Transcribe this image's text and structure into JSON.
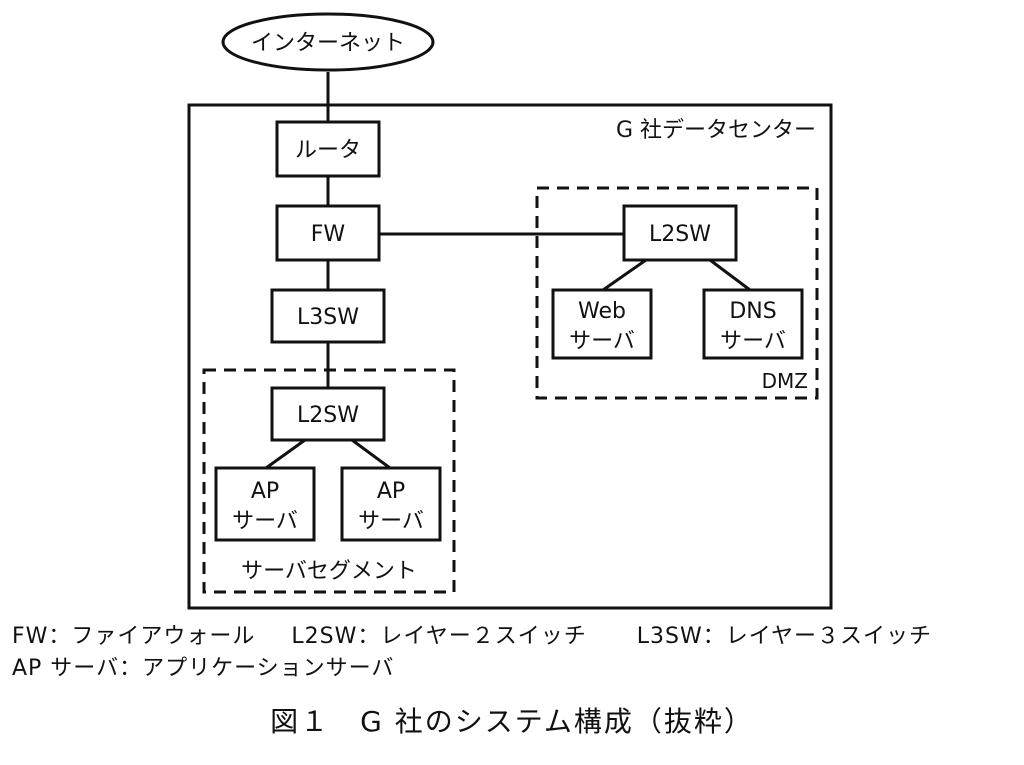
{
  "internet": "インターネット",
  "datacenter_label": "G 社データセンター",
  "nodes": {
    "router": "ルータ",
    "fw": "FW",
    "l3sw": "L3SW",
    "l2sw_internal": "L2SW",
    "ap_server_1": [
      "AP",
      "サーバ"
    ],
    "ap_server_2": [
      "AP",
      "サーバ"
    ],
    "l2sw_dmz": "L2SW",
    "web_server": [
      "Web",
      "サーバ"
    ],
    "dns_server": [
      "DNS",
      "サーバ"
    ]
  },
  "segments": {
    "server_segment": "サーバセグメント",
    "dmz": "DMZ"
  },
  "legend": {
    "fw": "FW：ファイアウォール",
    "l2sw": "L2SW：レイヤー２スイッチ",
    "l3sw": "L3SW：レイヤー３スイッチ",
    "ap": "AP サーバ：アプリケーションサーバ"
  },
  "caption": "図１　G 社のシステム構成（抜粋）"
}
